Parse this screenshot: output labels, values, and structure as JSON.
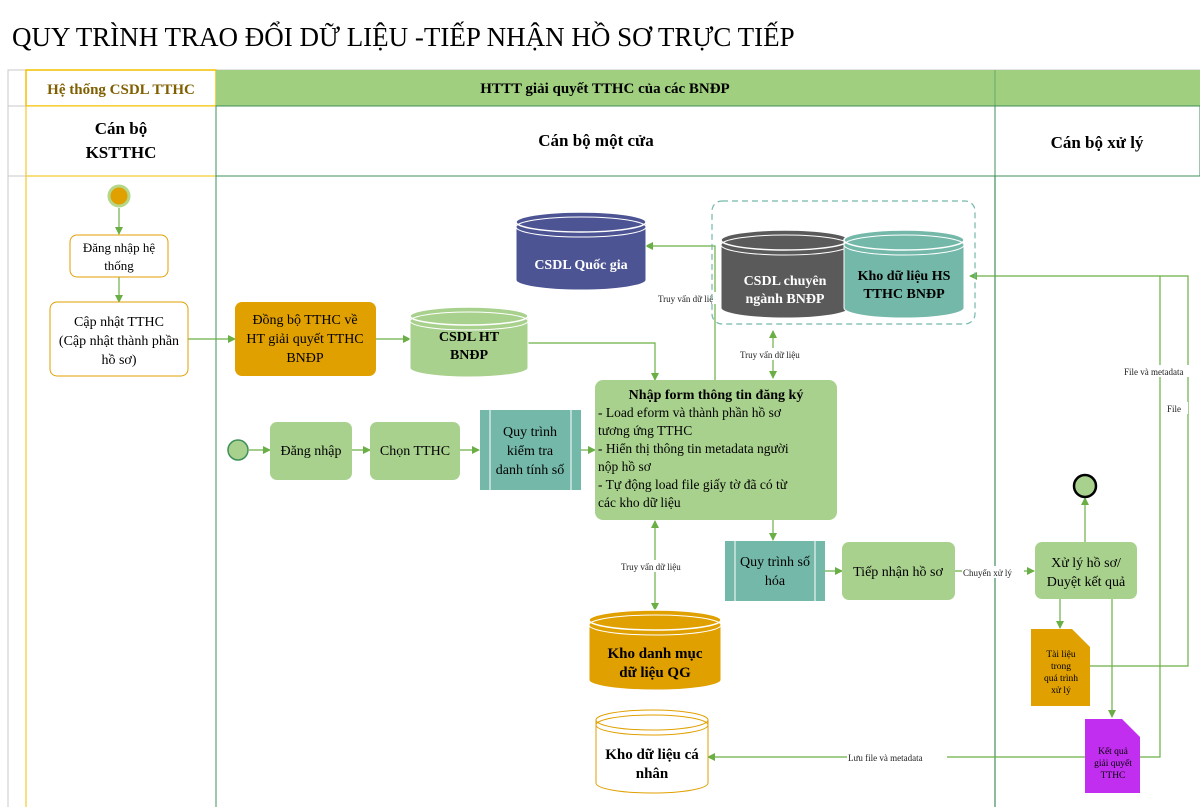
{
  "title": "QUY TRÌNH TRAO ĐỔI DỮ LIỆU -TIẾP NHẬN HỒ SƠ TRỰC TIẾP",
  "pools": {
    "left": "Hệ thống CSDL TTHC",
    "right": "HTTT giải quyết TTHC của các BNĐP"
  },
  "lanes": {
    "ks_line1": "Cán bộ",
    "ks_line2": "KSTTHC",
    "motcua": "Cán bộ một cửa",
    "xuly": "Cán bộ xử lý"
  },
  "nodes": {
    "dangnhap_ht_1": "Đăng nhập hệ",
    "dangnhap_ht_2": "thống",
    "capnhat_1": "Cập nhật TTHC",
    "capnhat_2": "(Cập nhật thành phần",
    "capnhat_3": "hồ sơ)",
    "dongbo_1": "Đồng bộ TTHC về",
    "dongbo_2": "HT giải quyết TTHC",
    "dongbo_3": "BNĐP",
    "csdlht_1": "CSDL HT",
    "csdlht_2": "BNĐP",
    "csdlqg": "CSDL Quốc gia",
    "chuyennganh_1": "CSDL chuyên",
    "chuyennganh_2": "ngành BNĐP",
    "khohs_1": "Kho dữ liệu HS",
    "khohs_2": "TTHC BNĐP",
    "dangnhap": "Đăng nhập",
    "chontthc": "Chọn TTHC",
    "qtkt_1": "Quy trình",
    "qtkt_2": "kiểm tra",
    "qtkt_3": "danh tính số",
    "form_title": "Nhập form thông tin đăng ký",
    "form_l1": "- Load eform và thành phần hồ sơ",
    "form_l2": "tương ứng TTHC",
    "form_l3": "- Hiển thị thông tin metadata người",
    "form_l4": "nộp hồ sơ",
    "form_l5": "- Tự động load file giấy tờ đã có từ",
    "form_l6": "các kho dữ liệu",
    "soh_1": "Quy trình số",
    "soh_2": "hóa",
    "tiepnhan": "Tiếp nhận hồ sơ",
    "xuly_1": "Xử lý hồ sơ/",
    "xuly_2": "Duyệt kết quả",
    "khodm_1": "Kho danh mục",
    "khodm_2": "dữ liệu QG",
    "khocanhan_1": "Kho dữ liệu cá",
    "khocanhan_2": "nhân",
    "tailieu_1": "Tài liệu",
    "tailieu_2": "trong",
    "tailieu_3": "quá trình",
    "tailieu_4": "xử lý",
    "ketqua_1": "Kết quả",
    "ketqua_2": "giải quyết",
    "ketqua_3": "TTHC"
  },
  "edge_labels": {
    "truyvan_1": "Truy vấn dữ liệ",
    "truyvan_2": "Truy vấn dữ liệu",
    "truyvan_3": "Truy vấn dữ liệu",
    "chuyenxuly": "Chuyển xử lý",
    "luufile": "Lưu file và metadata",
    "filemeta": "File và metadata",
    "file": "File"
  },
  "colors": {
    "lane_green": "#9fcf7f",
    "task_green": "#a9d18e",
    "amber": "#e0a000",
    "navy": "#4d5494",
    "teal": "#74b8aa",
    "gray": "#5a5a5a",
    "purple": "#c22ef0",
    "pool_yellow": "#f2c200",
    "edge": "#6aaf45",
    "border_green": "#3f8f59"
  }
}
